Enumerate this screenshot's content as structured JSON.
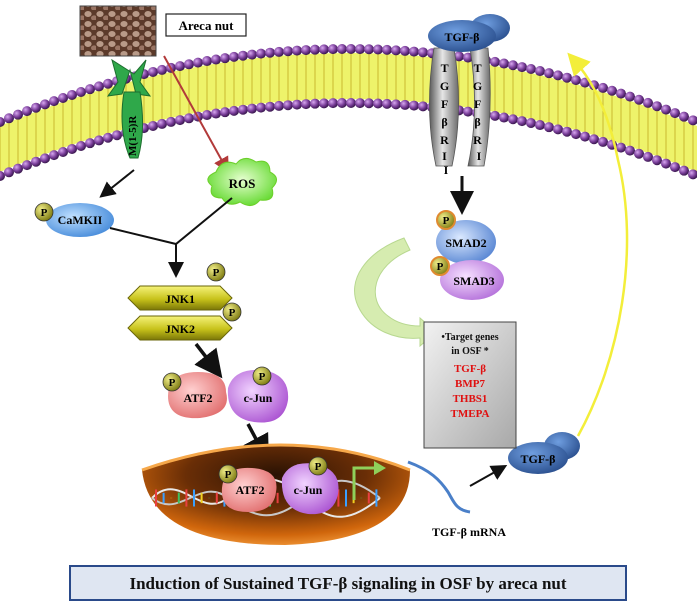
{
  "labels": {
    "areca_nut": "Areca nut",
    "receptor": "M(1-5)R",
    "ros": "ROS",
    "camkii": "CaMKII",
    "jnk1": "JNK1",
    "jnk2": "JNK2",
    "atf2": "ATF2",
    "cjun": "c-Jun",
    "tgfb": "TGF-β",
    "tgfbr2": "TGFβRII",
    "tgfbr1": "TGFβRI",
    "smad2": "SMAD2",
    "smad3": "SMAD3",
    "p": "P",
    "mrna": "TGF-β mRNA"
  },
  "target_genes": {
    "title_line1": "•Target genes",
    "title_line2": "in   OSF *",
    "genes": [
      "TGF-β",
      "BMP7",
      "THBS1",
      "TMEPA"
    ]
  },
  "caption": "Induction of Sustained TGF-β signaling in OSF by areca nut",
  "colors": {
    "membrane_head": "#7a3e9a",
    "membrane_tail": "#e8f04a",
    "tgfb_blob": "#3f6fb0",
    "receptor_grey": "#8a8a8a",
    "ros_green": "#7dea3a",
    "jnk_yellow": "#c7c21a",
    "atf2_pink": "#f08080",
    "cjun_purple": "#c070e0",
    "smad2_blue": "#6f9ee0",
    "smad3_purple": "#c98ae0",
    "nucleus_orange": "#e07a10",
    "gene_red": "#e01010",
    "caption_bg": "#dfe6f2",
    "caption_border": "#2a4a8a"
  }
}
